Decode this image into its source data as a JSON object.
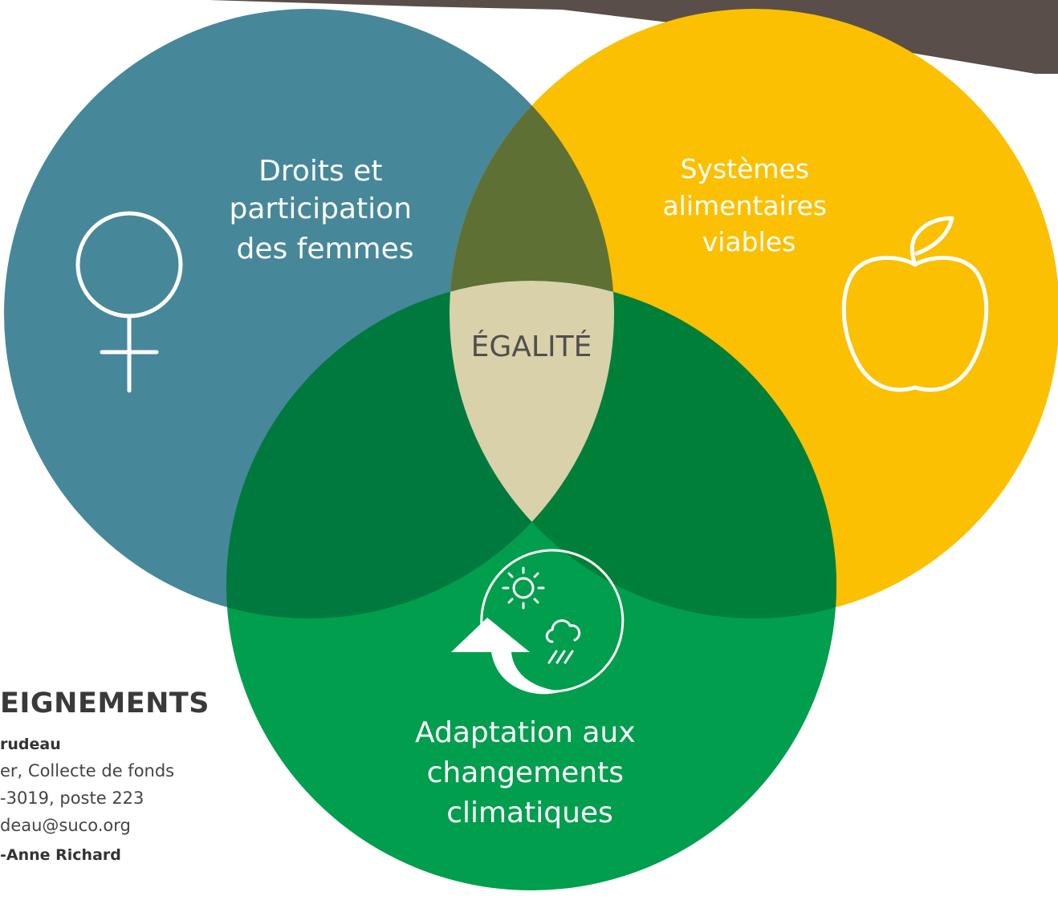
{
  "colors": {
    "teal": "#47879a",
    "yellow": "#fbc001",
    "green": "#009e4d",
    "teal_yellow_overlap": "#5f7035",
    "teal_green_overlap": "#00793f",
    "yellow_green_overlap": "#007f38",
    "center": "#d9d1a9",
    "photo": "#5a4e4a"
  },
  "circles": {
    "teal": {
      "title_lines": [
        "Droits et",
        "participation",
        "des femmes"
      ],
      "icon": "female-symbol-icon"
    },
    "yellow": {
      "title_lines": [
        "Systèmes",
        "alimentaires",
        "viables"
      ],
      "icon": "apple-icon"
    },
    "green": {
      "title_lines": [
        "Adaptation aux",
        "changements",
        "climatiques"
      ],
      "icon": "climate-adaptation-icon"
    }
  },
  "center_label": "ÉGALITÉ",
  "contact": {
    "heading": "EIGNEMENTS",
    "name1": "rudeau",
    "line1": "er, Collecte de fonds",
    "line2": "-3019, poste 223",
    "line3": "deau@suco.org",
    "name2": "-Anne Richard"
  }
}
